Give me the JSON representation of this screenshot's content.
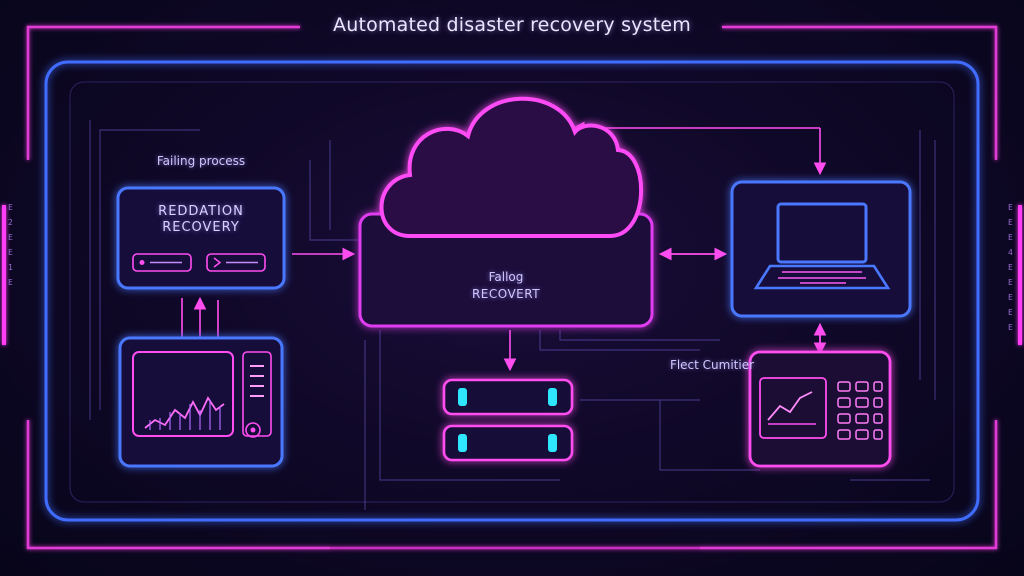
{
  "title": "Automated disaster recovery system",
  "left_panel": {
    "caption": "Failing process",
    "line1": "REDDATION",
    "line2": "RECOVERY"
  },
  "center_node": {
    "line1": "Fallog",
    "line2": "RECOVERT"
  },
  "right_caption": "Flect Cumitier",
  "colors": {
    "magenta": "#ff3cf5",
    "blue": "#3a6cff",
    "cyan": "#2ff0ff",
    "background": "#100828"
  },
  "icons": [
    "cloud-icon",
    "laptop-icon",
    "monitor-chart-icon",
    "server-rack-icon",
    "calculator-chart-icon"
  ]
}
